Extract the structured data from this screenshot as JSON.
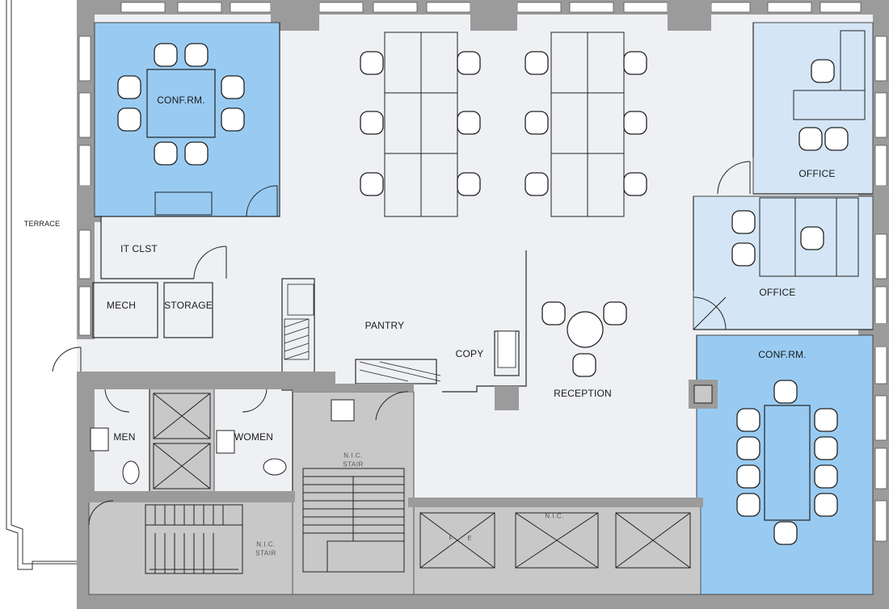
{
  "rooms": {
    "terrace": "TERRACE",
    "conf_rm_north": "CONF.RM.",
    "it_closet": "IT CLST",
    "mech": "MECH",
    "storage": "STORAGE",
    "pantry": "PANTRY",
    "copy": "COPY",
    "reception": "RECEPTION",
    "office_north": "OFFICE",
    "office_mid": "OFFICE",
    "conf_rm_east": "CONF.RM.",
    "men": "MEN",
    "women": "WOMEN",
    "nic_stair_center_1": "N.I.C.",
    "nic_stair_center_2": "STAIR",
    "nic_stair_west_1": "N.I.C.",
    "nic_stair_west_2": "STAIR",
    "nic_elevators": "N.I.C."
  },
  "elevator_marks": {
    "f": "F",
    "e": "E"
  },
  "colors": {
    "wall": "#9b9b9b",
    "floor": "#eef0f3",
    "conf_highlight": "#99cbf2",
    "office_highlight": "#d4e6f6",
    "core_gray": "#c8c8c8",
    "line": "#2a2a2a"
  }
}
